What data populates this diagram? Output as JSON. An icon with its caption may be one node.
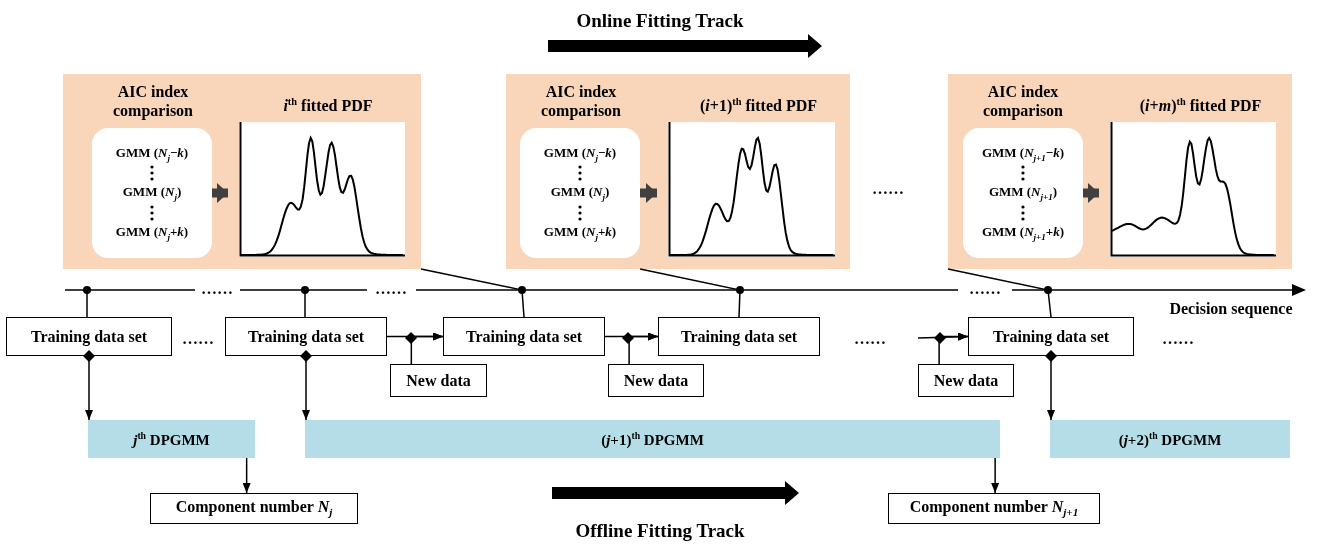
{
  "diagram": {
    "nodes": [
      {
        "text": [
          "AIC index comparison",
          "*i*$^{th}$ fitted PDF"
        ]
      },
      {
        "text": [
          "GMM (*N*$_{j}$−*k*)",
          "GMM (*N*$_{j}$)",
          "GMM (*N*$_{j}$+*k*)"
        ],
        "in": 0
      },
      {
        "text": [],
        "shape": "picture",
        "in": 0
      },
      {
        "text": [
          "AIC index comparison",
          "(*i*+1)$^{th}$ fitted PDF"
        ]
      },
      {
        "text": [
          "GMM (*N*$_{j}$−*k*)",
          "GMM (*N*$_{j}$)",
          "GMM (*N*$_{j}$+*k*)"
        ],
        "in": 3
      },
      {
        "text": [],
        "shape": "picture",
        "in": 3
      },
      {
        "text": [
          "AIC index comparison",
          "(*i*+*m*)$^{th}$ fitted PDF"
        ]
      },
      {
        "text": [
          "GMM (*N*$_{j+1}$−*k*)",
          "GMM (*N*$_{j+1}$)",
          "GMM (*N*$_{j+1}$+*k*)"
        ],
        "in": 6
      },
      {
        "text": [],
        "shape": "picture",
        "in": 6
      },
      {
        "text": [
          "Training data set"
        ]
      },
      {
        "text": [
          "Training data set"
        ]
      },
      {
        "text": [
          "Training data set"
        ]
      },
      {
        "text": [
          "Training data set"
        ]
      },
      {
        "text": [
          "Training data set"
        ]
      },
      {
        "text": [
          "New data"
        ]
      },
      {
        "text": [
          "New data"
        ]
      },
      {
        "text": [
          "New data"
        ]
      },
      {
        "text": [
          "*j*$^{th}$ DPGMM"
        ]
      },
      {
        "text": [
          "(*j*+1)$^{th}$ DPGMM"
        ]
      },
      {
        "text": [
          "(*j*+2)$^{th}$ DPGMM"
        ]
      },
      {
        "text": [
          "Component number *N*$_{j}$"
        ]
      },
      {
        "text": [
          "Component number *N*$_{j+1}$"
        ]
      }
    ],
    "edges": [
      {
        "from": 1,
        "to": 2,
        "arrow": "to",
        "style": "thick",
        "color": "#404040"
      },
      {
        "from": 4,
        "to": 5,
        "arrow": "to",
        "style": "thick",
        "color": "#404040"
      },
      {
        "from": 7,
        "to": 8,
        "arrow": "to",
        "style": "thick",
        "color": "#404040"
      },
      {
        "from": 0,
        "to": 11,
        "arrow": "none"
      },
      {
        "from": 3,
        "to": 12,
        "arrow": "none"
      },
      {
        "from": 6,
        "to": 13,
        "arrow": "none"
      },
      {
        "from": 9,
        "to": 17,
        "arrow": "to"
      },
      {
        "from": 10,
        "to": 18,
        "arrow": "to"
      },
      {
        "from": 13,
        "to": 19,
        "arrow": "to"
      },
      {
        "from": 10,
        "to": 11,
        "arrow": "to"
      },
      {
        "from": 14,
        "to": 11,
        "arrow": "to"
      },
      {
        "from": 11,
        "to": 12,
        "arrow": "to"
      },
      {
        "from": 15,
        "to": 12,
        "arrow": "to"
      },
      {
        "from": null,
        "to": 13,
        "arrow": "to"
      },
      {
        "from": 16,
        "to": 13,
        "arrow": "to"
      },
      {
        "from": 17,
        "to": 20,
        "arrow": "to"
      },
      {
        "from": 18,
        "to": 21,
        "arrow": "to"
      }
    ],
    "labels": [
      "Online Fitting Track",
      "……",
      "……",
      "……",
      "……",
      "Decision sequence",
      "……",
      "……",
      "……",
      "Offline Fitting Track"
    ]
  }
}
